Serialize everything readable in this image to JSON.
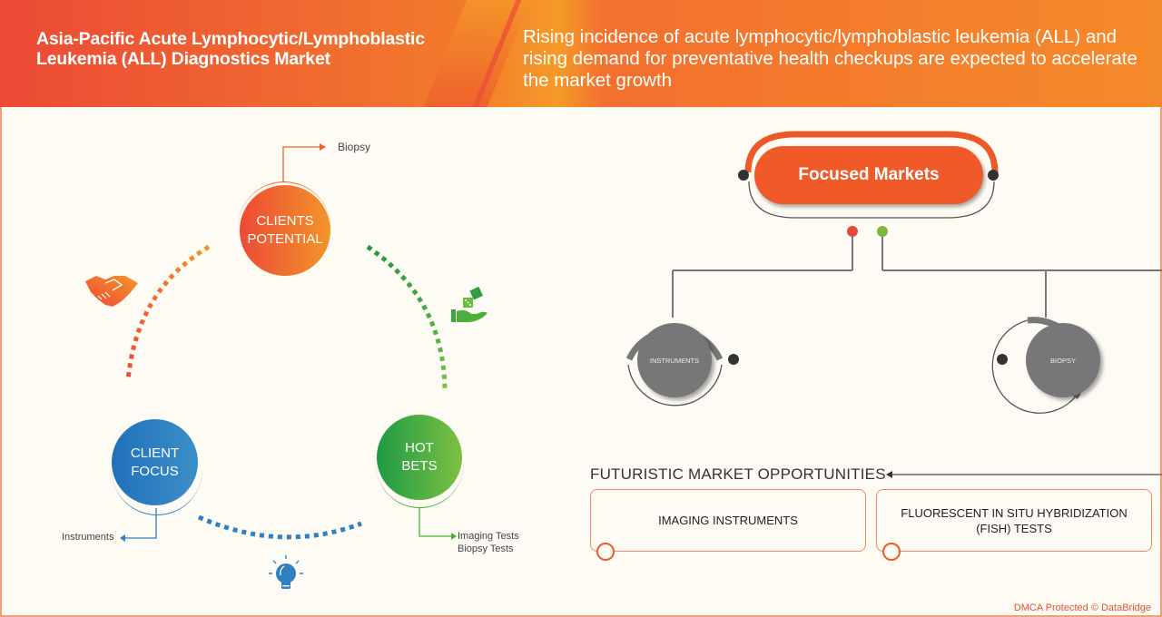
{
  "header": {
    "title": "Asia-Pacific Acute Lymphocytic/Lymphoblastic Leukemia (ALL) Diagnostics Market",
    "subtitle": "Rising incidence of acute lymphocytic/lymphoblastic leukemia (ALL) and rising demand for preventative health checkups are expected to accelerate the market growth"
  },
  "cycle": {
    "clients_potential": {
      "label_line1": "CLIENTS",
      "label_line2": "POTENTIAL",
      "item": "Biopsy",
      "color": "#f0642a"
    },
    "client_focus": {
      "label_line1": "CLIENT",
      "label_line2": "FOCUS",
      "item": "Instruments",
      "color": "#2f7fc1"
    },
    "hot_bets": {
      "label_line1": "HOT",
      "label_line2": "BETS",
      "items": [
        "Imaging Tests",
        "Biopsy Tests"
      ],
      "color": "#4caf3c"
    },
    "icons": [
      "handshake-icon",
      "dice-hand-icon",
      "lightbulb-icon"
    ]
  },
  "focused_markets": {
    "title": "Focused Markets",
    "markets": [
      "INSTRUMENTS",
      "BIOPSY"
    ],
    "connector_colors": [
      "#e8473b",
      "#7cb83e"
    ]
  },
  "futuristic": {
    "title": "FUTURISTIC MARKET OPPORTUNITIES",
    "opportunities": [
      "IMAGING INSTRUMENTS",
      "FLUORESCENT IN SITU HYBRIDIZATION (FISH) TESTS"
    ]
  },
  "footer": {
    "text": "DMCA Protected © DataBridge"
  }
}
